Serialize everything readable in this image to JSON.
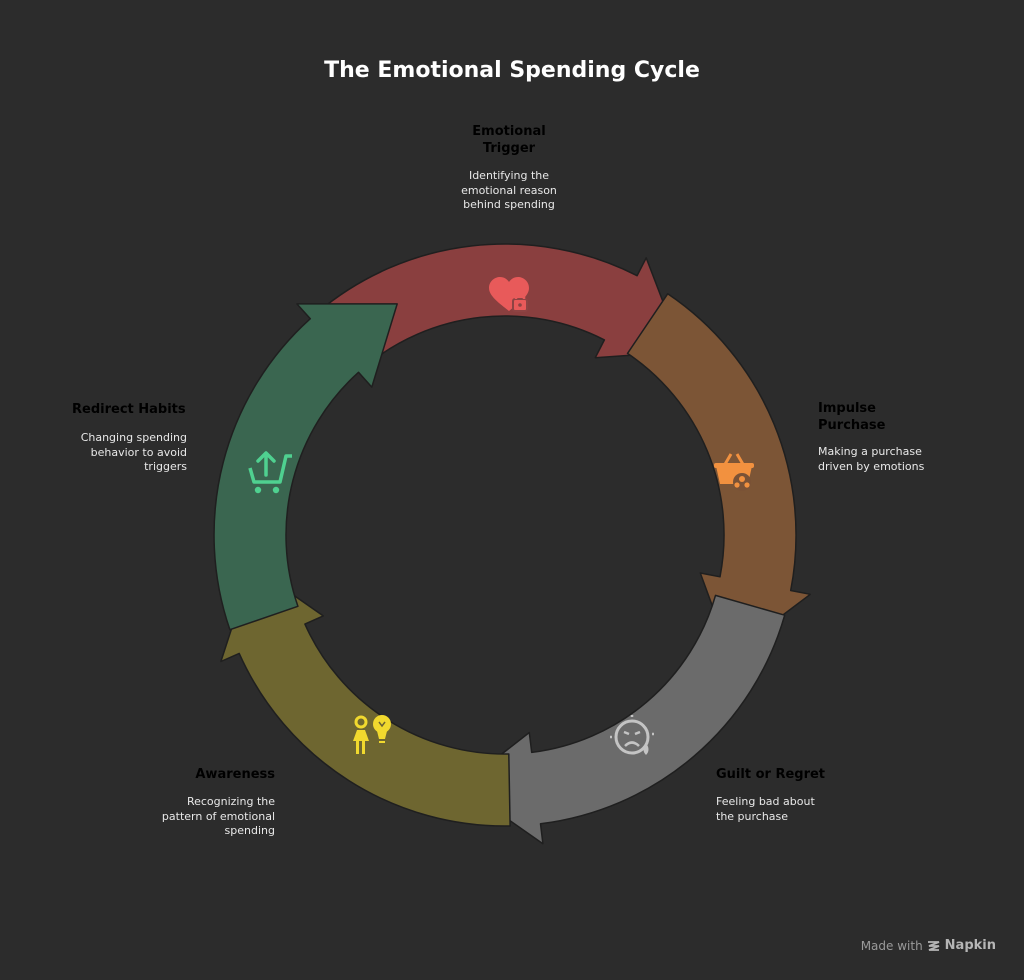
{
  "title": "The Emotional Spending Cycle",
  "colors": {
    "background": "#2c2c2c",
    "trigger": "#e06a6a",
    "impulse": "#f0944a",
    "guilt": "#bdbdbd",
    "awareness": "#ecd93a",
    "redirect": "#4dce8e"
  },
  "steps": [
    {
      "heading": "Emotional\nTrigger",
      "description": "Identifying the emotional reason behind spending",
      "icon": "heart-lock-icon"
    },
    {
      "heading": "Impulse\nPurchase",
      "description": "Making a purchase driven by emotions",
      "icon": "shopping-basket-icon"
    },
    {
      "heading": "Guilt or Regret",
      "description": "Feeling bad about the purchase",
      "icon": "sad-face-icon"
    },
    {
      "heading": "Awareness",
      "description": "Recognizing the pattern of emotional spending",
      "icon": "person-lightbulb-icon"
    },
    {
      "heading": "Redirect Habits",
      "description": "Changing spending behavior to avoid triggers",
      "icon": "cart-up-arrow-icon"
    }
  ],
  "footer": {
    "made_with": "Made with",
    "brand": "Napkin"
  }
}
